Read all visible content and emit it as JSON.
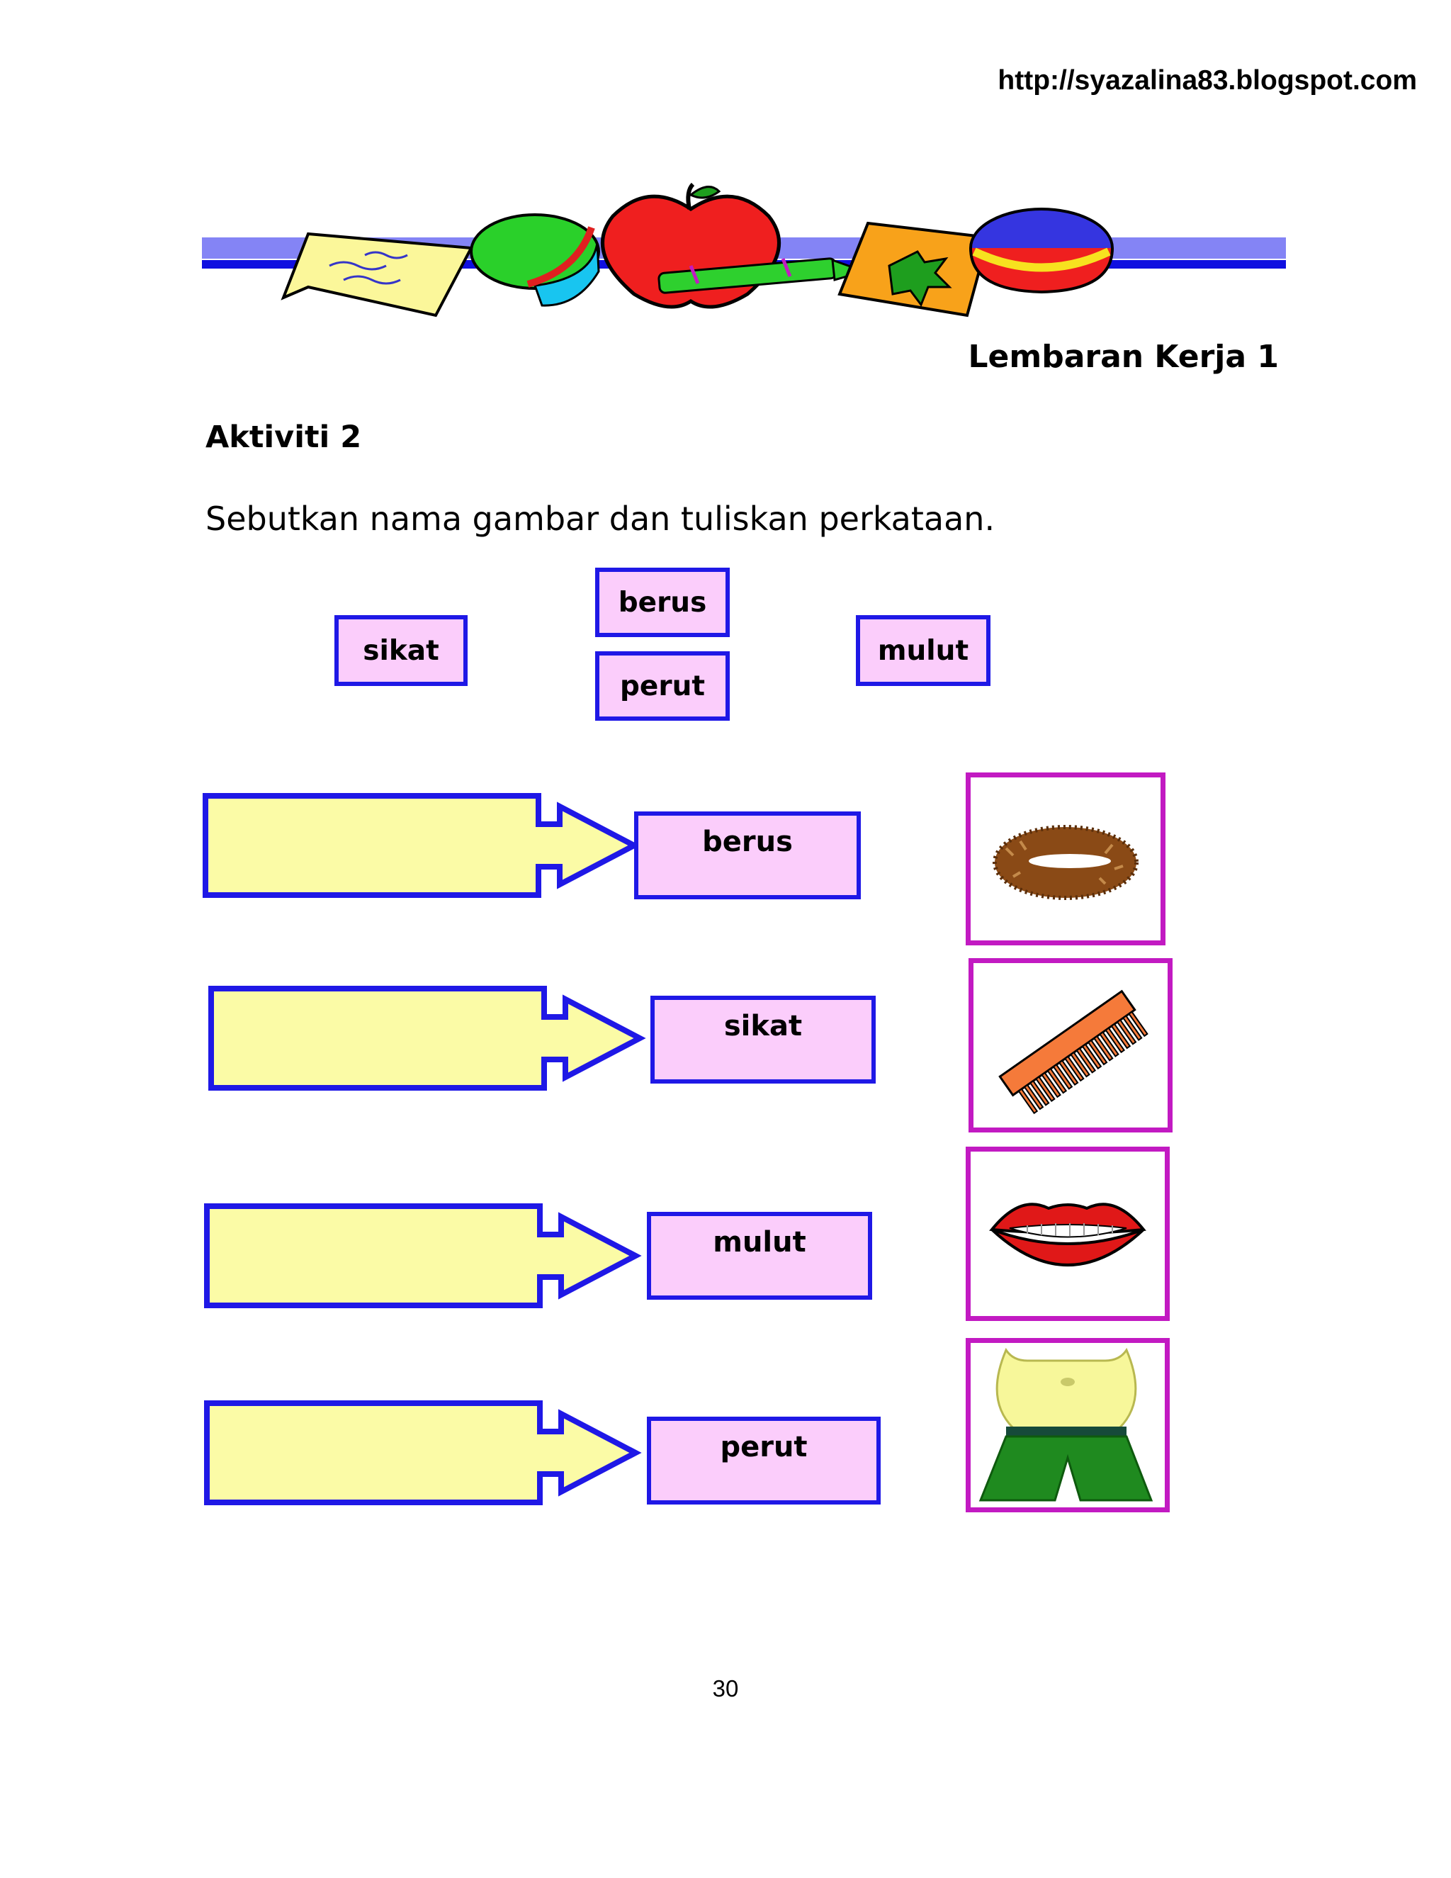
{
  "header": {
    "url": "http://syazalina83.blogspot.com",
    "banner_icons": [
      "note-paper-icon",
      "ball-icon",
      "apple-icon",
      "pencil-icon",
      "leaf-card-icon",
      "ball-icon"
    ],
    "sheet_title": "Lembaran Kerja  1"
  },
  "activity": {
    "title": "Aktiviti 2",
    "instruction": "Sebutkan nama gambar dan tuliskan perkataan."
  },
  "word_bank": [
    "sikat",
    "berus",
    "perut",
    "mulut"
  ],
  "rows": [
    {
      "answer_label": "berus",
      "picture": "brush-icon"
    },
    {
      "answer_label": "sikat",
      "picture": "comb-icon"
    },
    {
      "answer_label": "mulut",
      "picture": "lips-icon"
    },
    {
      "answer_label": "perut",
      "picture": "belly-icon"
    }
  ],
  "footer": {
    "page_number": "30"
  },
  "colors": {
    "box_fill": "#fbcdfb",
    "box_border": "#1f18e6",
    "arrow_fill": "#fbfba6",
    "picture_border": "#c21ac2"
  }
}
